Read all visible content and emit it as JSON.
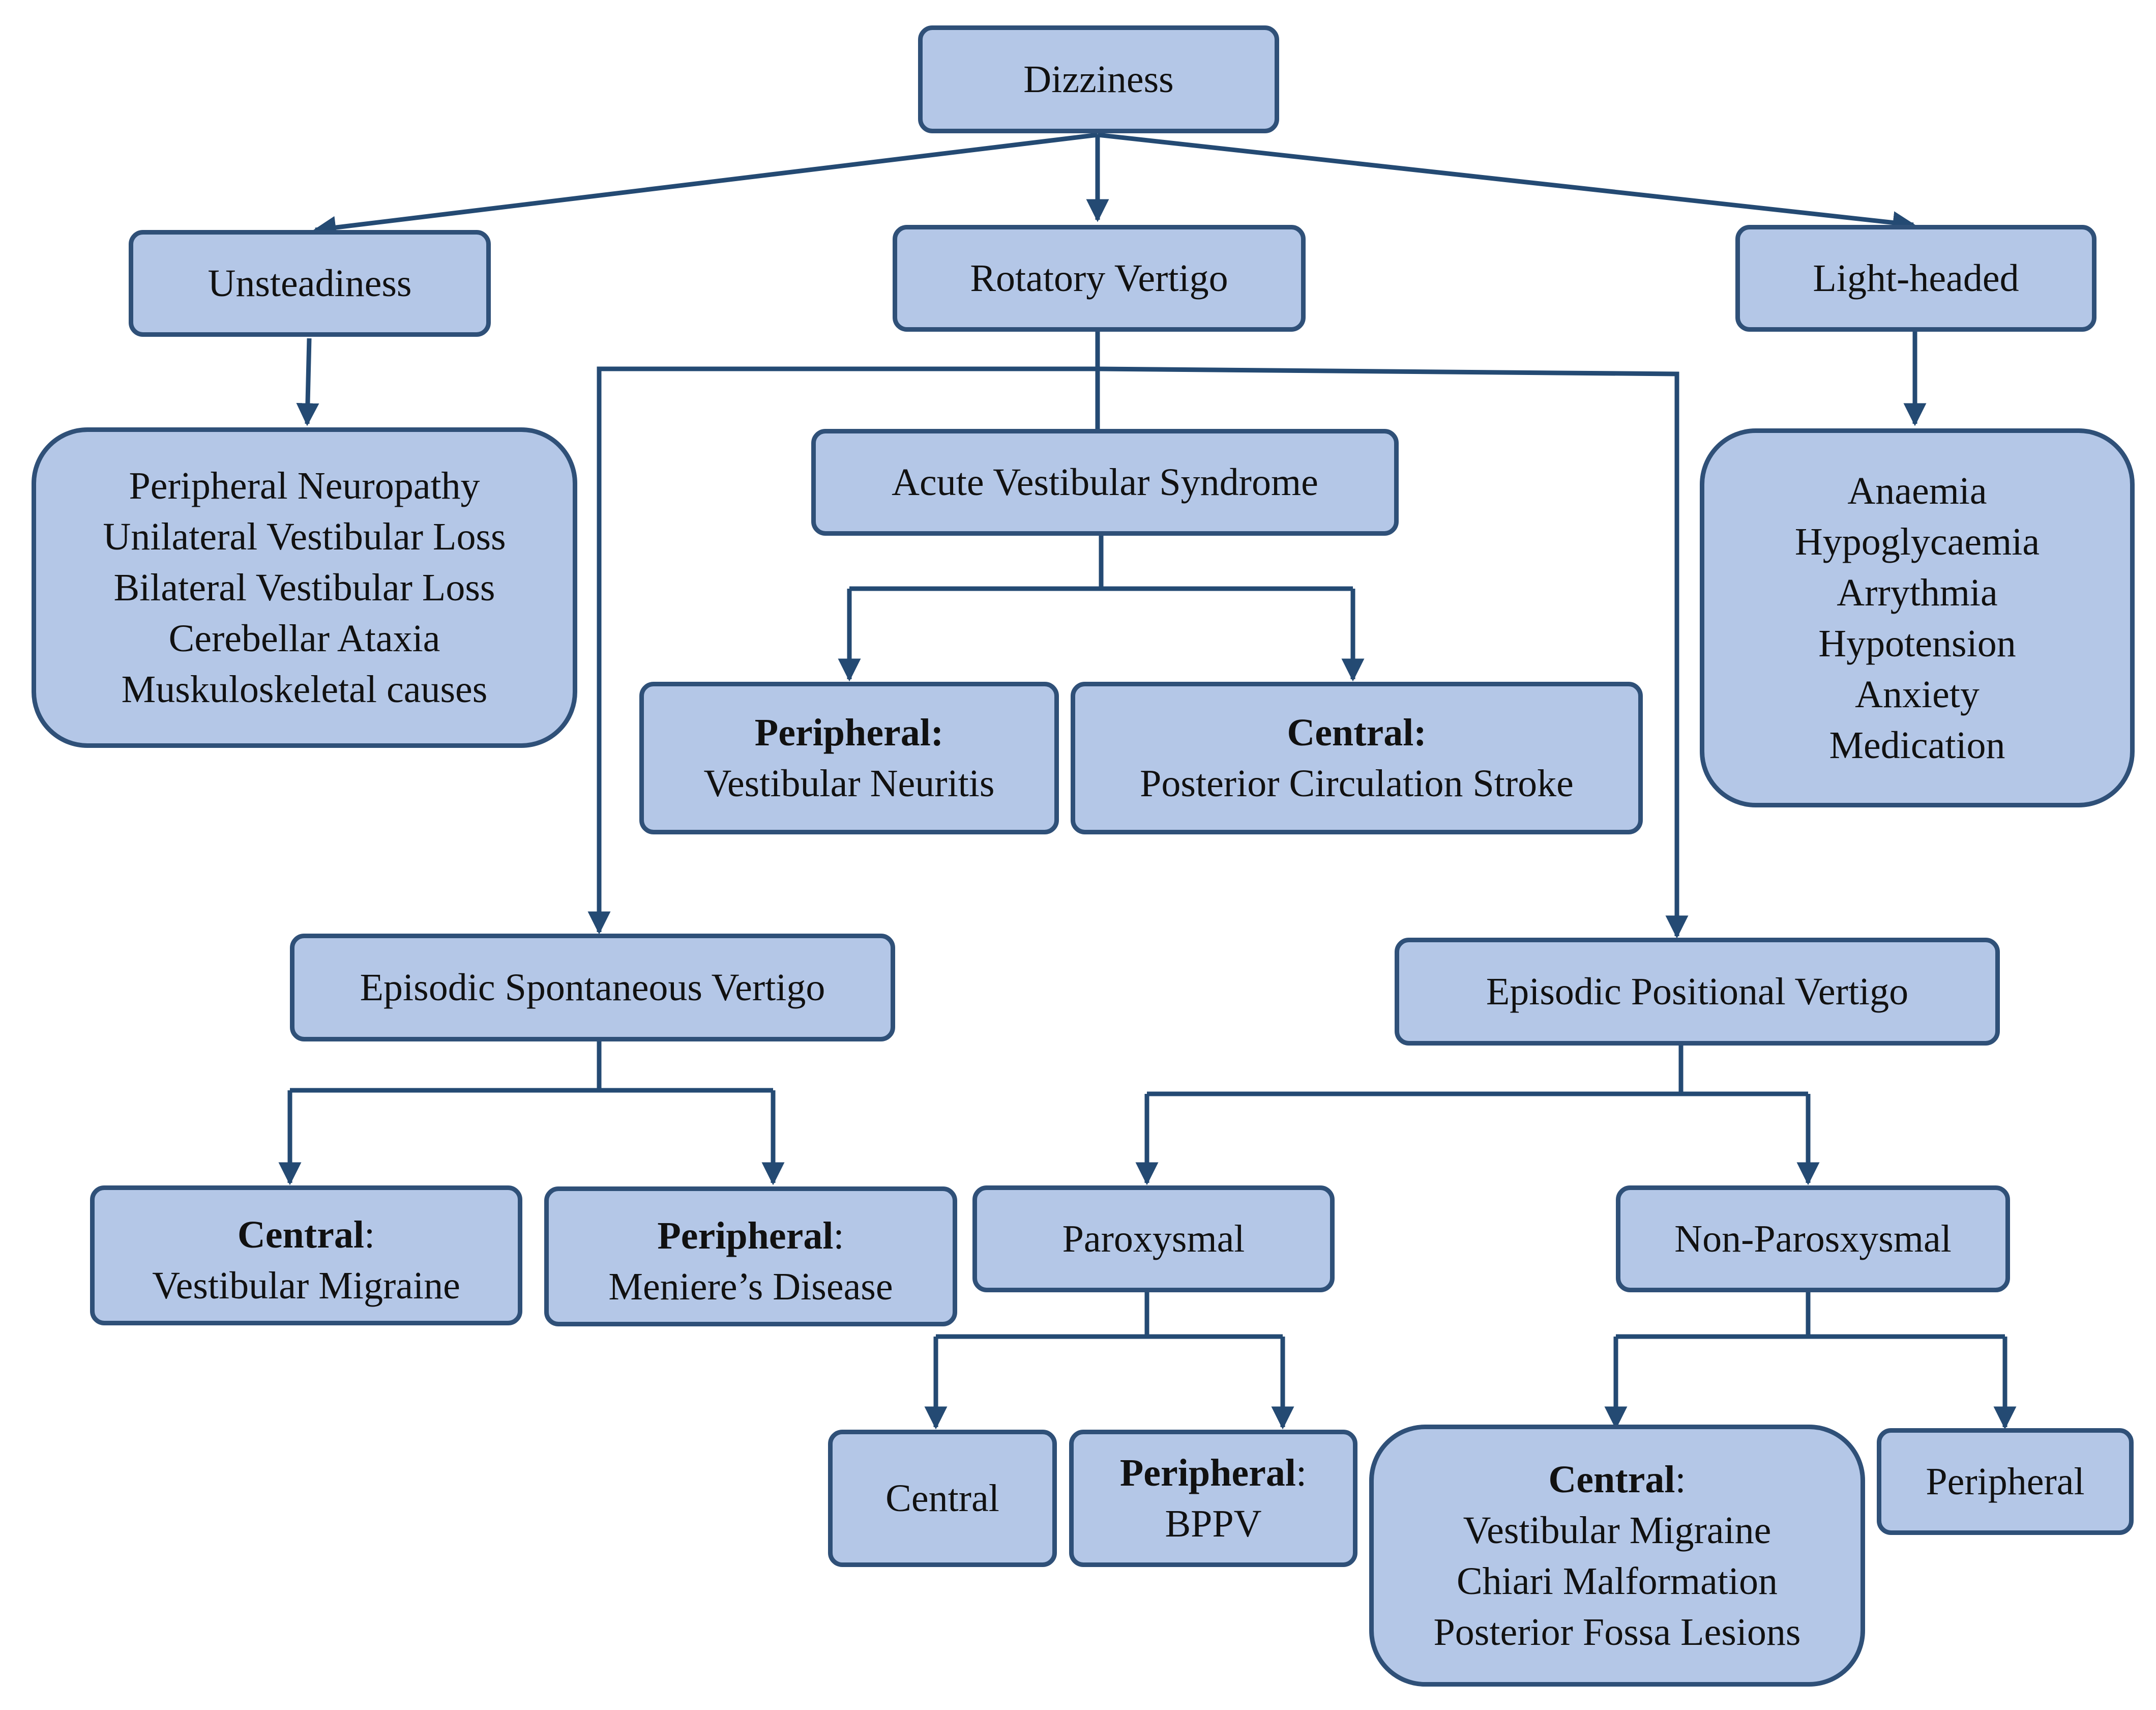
{
  "colors": {
    "box_fill": "#b4c7e7",
    "box_border": "#2f5078",
    "connector": "#244a73"
  },
  "nodes": {
    "dizziness": {
      "label": "Dizziness"
    },
    "unsteadiness": {
      "label": "Unsteadiness"
    },
    "rotatory_vertigo": {
      "label": "Rotatory Vertigo"
    },
    "light_headed": {
      "label": "Light-headed"
    },
    "unsteadiness_causes": {
      "lines": [
        "Peripheral Neuropathy",
        "Unilateral Vestibular Loss",
        "Bilateral Vestibular Loss",
        "Cerebellar Ataxia",
        "Muskuloskeletal causes"
      ]
    },
    "light_headed_causes": {
      "lines": [
        "Anaemia",
        "Hypoglycaemia",
        "Arrythmia",
        "Hypotension",
        "Anxiety",
        "Medication"
      ]
    },
    "acute_vestibular_syndrome": {
      "label": "Acute Vestibular Syndrome"
    },
    "avs_peripheral": {
      "heading": "Peripheral:",
      "detail": "Vestibular Neuritis"
    },
    "avs_central": {
      "heading": "Central:",
      "detail": "Posterior Circulation Stroke"
    },
    "episodic_spontaneous_vertigo": {
      "label": "Episodic Spontaneous Vertigo"
    },
    "episodic_positional_vertigo": {
      "label": "Episodic Positional Vertigo"
    },
    "esv_central": {
      "heading": "Central",
      "suffix": ":",
      "detail": "Vestibular Migraine"
    },
    "esv_peripheral": {
      "heading": "Peripheral",
      "suffix": ":",
      "detail": "Meniere’s Disease"
    },
    "paroxysmal": {
      "label": "Paroxysmal"
    },
    "non_paroxysmal": {
      "label": "Non-Parosxysmal"
    },
    "paroxysmal_central": {
      "label": "Central"
    },
    "paroxysmal_peripheral": {
      "heading": "Peripheral",
      "suffix": ":",
      "detail": "BPPV"
    },
    "non_paroxysmal_central": {
      "heading": "Central",
      "suffix": ":",
      "lines": [
        "Vestibular Migraine",
        "Chiari Malformation",
        "Posterior Fossa Lesions"
      ]
    },
    "non_paroxysmal_peripheral": {
      "label": "Peripheral"
    }
  }
}
